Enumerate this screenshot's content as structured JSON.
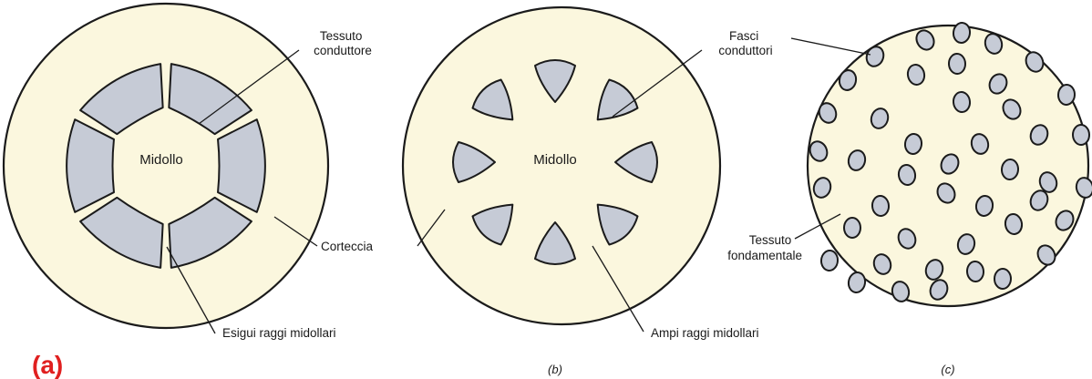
{
  "panel_a": {
    "labels": {
      "tessuto_conduttore": [
        "Tessuto",
        "conduttore"
      ],
      "midollo": "Midollo",
      "corteccia": "Corteccia",
      "raggi": "Esigui raggi midollari"
    },
    "caption": ""
  },
  "panel_b": {
    "labels": {
      "fasci_conduttori": [
        "Fasci",
        "conduttori"
      ],
      "midollo": "Midollo",
      "raggi": "Ampi raggi midollari"
    },
    "caption": "(b)"
  },
  "panel_c": {
    "labels": {
      "tessuto_fondamentale": [
        "Tessuto",
        "fondamentale"
      ]
    },
    "caption": "(c)"
  },
  "watermark": "(a)",
  "colors": {
    "ground_tissue": "#fbf7de",
    "vascular_tissue": "#c6cbd6",
    "outline": "#1b1b1b",
    "watermark": "#e02020"
  }
}
